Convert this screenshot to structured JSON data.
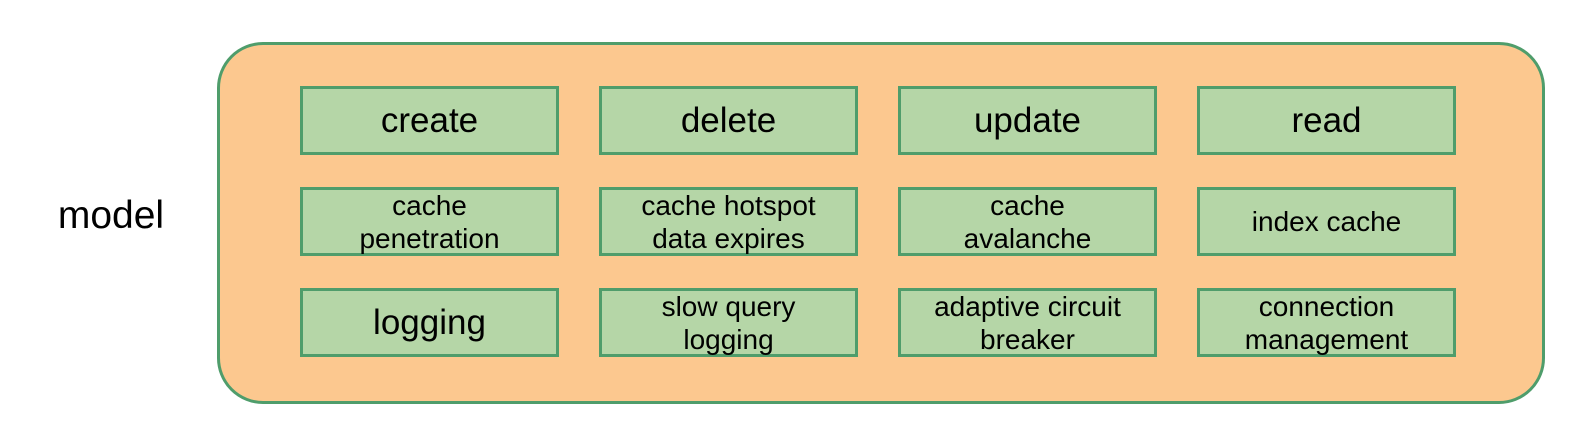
{
  "diagram": {
    "side_label": "model",
    "container_name": "model",
    "colors": {
      "container_fill": "#fcc88f",
      "container_border": "#4f9d6b",
      "box_fill": "#b5d6a7",
      "box_border": "#4f9d6b",
      "text": "#000000",
      "page_background": "#ffffff"
    },
    "rows": [
      {
        "row_name": "operations",
        "text_size": "large",
        "cells": [
          {
            "label": "create"
          },
          {
            "label": "delete"
          },
          {
            "label": "update"
          },
          {
            "label": "read"
          }
        ]
      },
      {
        "row_name": "cache-concerns",
        "text_size": "small",
        "cells": [
          {
            "label": "cache\npenetration"
          },
          {
            "label": "cache hotspot\ndata expires"
          },
          {
            "label": "cache\navalanche"
          },
          {
            "label": "index cache"
          }
        ]
      },
      {
        "row_name": "reliability-concerns",
        "text_size": "small",
        "cells": [
          {
            "label": "logging"
          },
          {
            "label": "slow query\nlogging"
          },
          {
            "label": "adaptive circuit\nbreaker"
          },
          {
            "label": "connection\nmanagement"
          }
        ]
      }
    ]
  }
}
